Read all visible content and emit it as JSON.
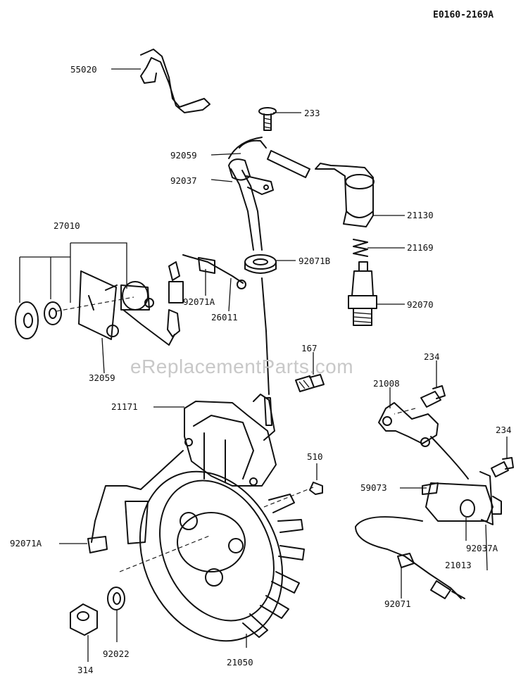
{
  "diagram_ref": "E0160-2169A",
  "watermark": "eReplacementParts.com",
  "part_labels": {
    "p55020": "55020",
    "p233": "233",
    "p92059": "92059",
    "p92037": "92037",
    "p21130": "21130",
    "p27010": "27010",
    "p21169": "21169",
    "p92071B": "92071B",
    "p92071A_top": "92071A",
    "p26011": "26011",
    "p92070": "92070",
    "p32059": "32059",
    "p167": "167",
    "p234_top": "234",
    "p21008": "21008",
    "p21171": "21171",
    "p234_right": "234",
    "p510": "510",
    "p59073": "59073",
    "p92071A_left": "92071A",
    "p92037A": "92037A",
    "p21013": "21013",
    "p92071": "92071",
    "p92022": "92022",
    "p314": "314",
    "p21050": "21050"
  }
}
